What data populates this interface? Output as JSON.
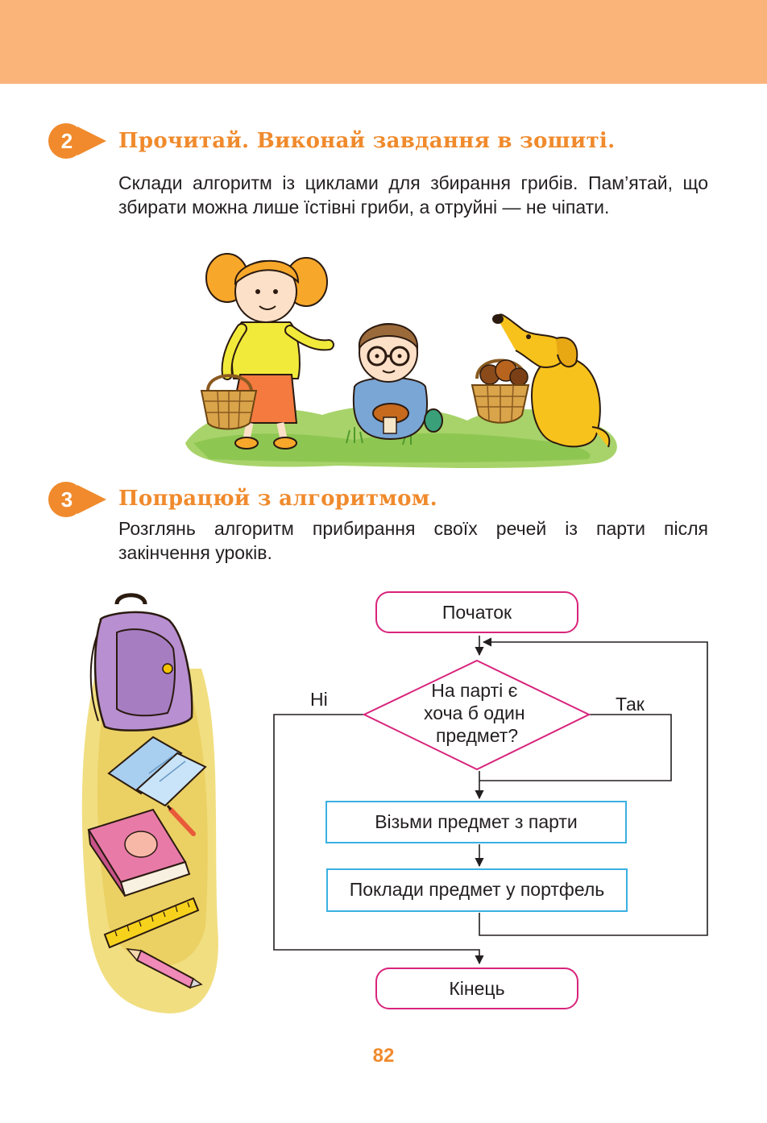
{
  "colors": {
    "header_band": "#fab47a",
    "accent_orange": "#f08a2c",
    "terminator_border": "#d8247c",
    "decision_border": "#d8247c",
    "process_border": "#3ab0e2"
  },
  "task2": {
    "number": "2",
    "title": "Прочитай. Виконай завдання в зошиті.",
    "text": "Склади алгоритм із циклами для збирання грибів. Пам’ятай, що збирати можна лише їстівні гриби, а отруйні — не чіпати.",
    "illustration": "children-picking-mushrooms-illustration"
  },
  "task3": {
    "number": "3",
    "title": "Попрацюй з алгоритмом.",
    "text": "Розглянь алгоритм прибирання своїх речей із парти після закінчення уроків.",
    "illustration": "backpack-school-supplies-illustration",
    "flowchart": {
      "start": "Початок",
      "decision": [
        "На парті є",
        "хоча б один",
        "предмет?"
      ],
      "yes": "Так",
      "no": "Ні",
      "step1": "Візьми предмет з парти",
      "step2": "Поклади предмет у портфель",
      "end": "Кінець"
    }
  },
  "page_number": "82"
}
